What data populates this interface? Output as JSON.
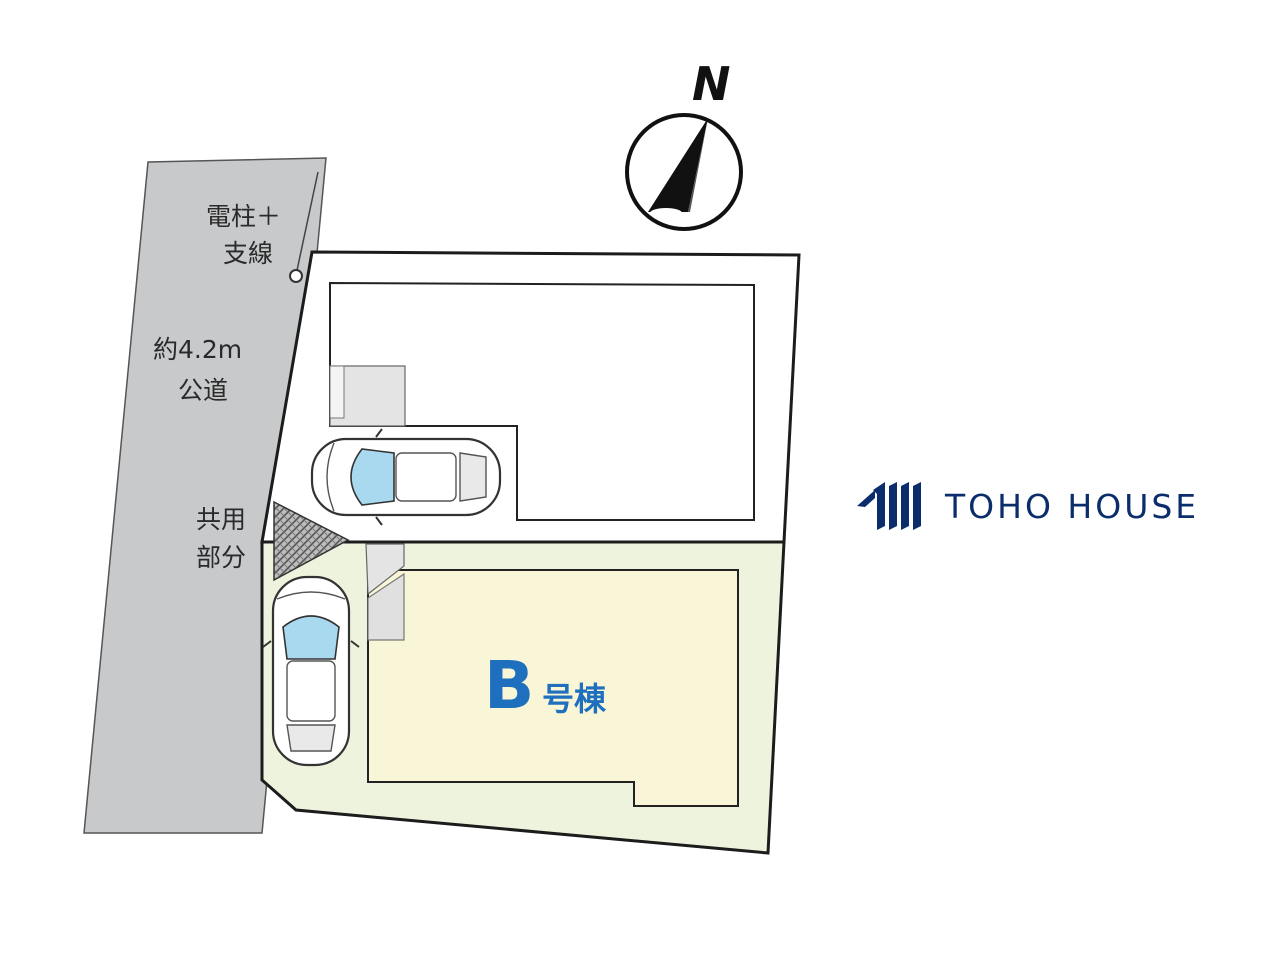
{
  "labels": {
    "pole_line1": "電柱＋",
    "pole_line2": "支線",
    "road_line1": "約4.2m",
    "road_line2": "公道",
    "shared_line1": "共用",
    "shared_line2": "部分",
    "north": "N",
    "unit_letter": "B",
    "unit_suffix": "号棟"
  },
  "brand": {
    "name": "TOHO HOUSE",
    "logo_icon": "toho-house-stripes-icon"
  },
  "colors": {
    "road": "#c8c9cb",
    "lot_b": "#eef3dd",
    "building_b": "#f8f6d6",
    "lot_a": "#ffffff",
    "parking": "#e4e4e4",
    "unit_b_text": "#1f6fbf",
    "brand": "#0b2d6b",
    "line": "#1c1c1c"
  }
}
